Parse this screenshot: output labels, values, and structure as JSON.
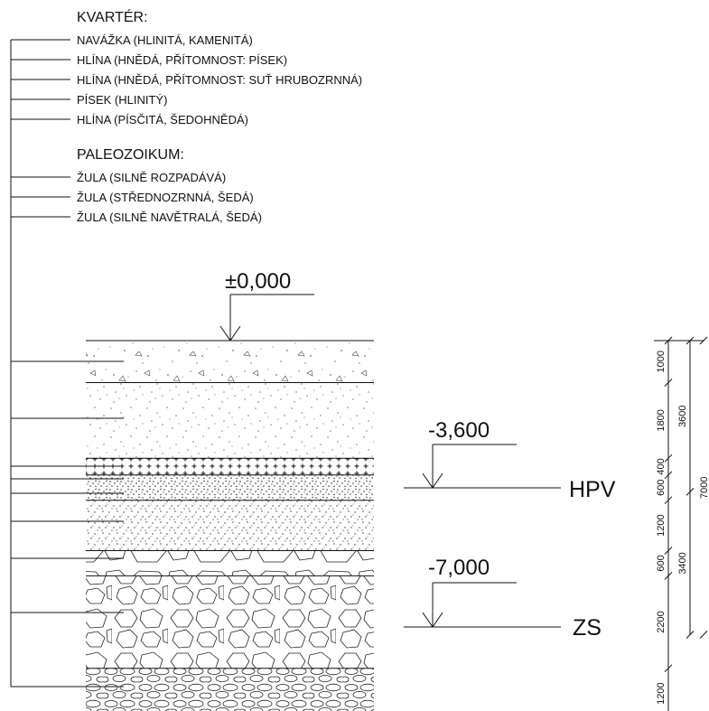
{
  "groups": [
    {
      "header": "KVARTÉR:",
      "items": [
        "NAVÁŽKA (HLINITÁ, KAMENITÁ)",
        "HLÍNA (HNĚDÁ, PŘÍTOMNOST: PÍSEK)",
        "HLÍNA (HNĚDÁ, PŘÍTOMNOST: SUŤ HRUBOZRNNÁ)",
        "PÍSEK (HLINITÝ)",
        "HLÍNA (PÍSČITÁ, ŠEDOHNĚDÁ)"
      ]
    },
    {
      "header": "PALEOZOIKUM:",
      "items": [
        "ŽULA (SILNĚ ROZPADÁVÁ)",
        "ŽULA (STŘEDNOZRNNÁ, ŠEDÁ)",
        "ŽULA (SILNĚ NAVĚTRALÁ, ŠEDÁ)"
      ]
    }
  ],
  "levels": {
    "top": "±0,000",
    "hpv_value": "-3,600",
    "hpv_tag": "HPV",
    "zs_value": "-7,000",
    "zs_tag": "ZS"
  },
  "layers": [
    {
      "name": "navazka",
      "thickness": 1000
    },
    {
      "name": "hlina-pisek",
      "thickness": 1800
    },
    {
      "name": "hlina-sut",
      "thickness": 400
    },
    {
      "name": "pisek",
      "thickness": 600
    },
    {
      "name": "hlina-piscita",
      "thickness": 1200
    },
    {
      "name": "zula-rozpadava",
      "thickness": 600
    },
    {
      "name": "zula-strednozrnna",
      "thickness": 2200
    },
    {
      "name": "zula-navetrala",
      "thickness": 1200
    }
  ],
  "dimensions": {
    "layer_labels": [
      "1000",
      "1800",
      "400",
      "600",
      "1200",
      "600",
      "2200",
      "1200"
    ],
    "mid_labels": [
      "3600",
      "3400"
    ],
    "total_label": "7000"
  }
}
